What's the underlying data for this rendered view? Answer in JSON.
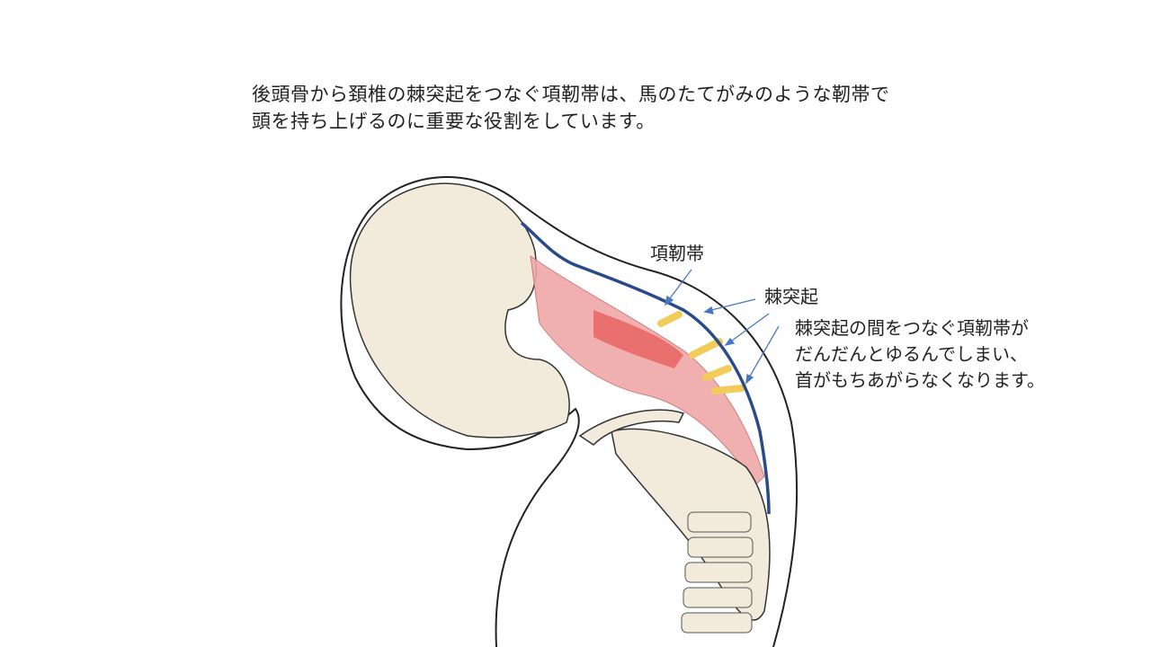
{
  "caption": {
    "line1": "後頭骨から頚椎の棘突起をつなぐ項靭帯は、馬のたてがみのような靭帯で",
    "line2": "頭を持ち上げるのに重要な役割をしています。"
  },
  "labels": {
    "nuchal_ligament": "項靭帯",
    "spinous_process": "棘突起",
    "explanation": [
      "棘突起の間をつなぐ項靭帯が",
      "だんだんとゆるんでしまい、",
      "首がもちあがらなくなります。"
    ]
  },
  "colors": {
    "ligament": "#2b4a8a",
    "arrow": "#4a78c0",
    "bone": "#f2ebdc",
    "muscle": "#f0a8a8",
    "nerve": "#f2cc5a"
  }
}
